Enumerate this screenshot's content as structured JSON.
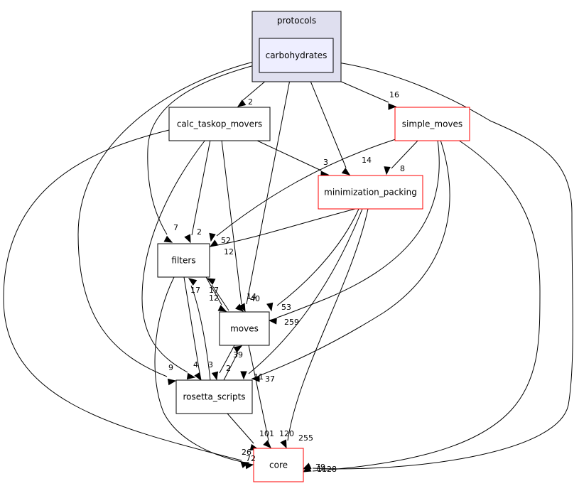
{
  "colors": {
    "cluster_fill": "#dfdfef",
    "cluster_stroke": "#000000",
    "focus_fill": "#eeeeff",
    "node_fill": "#ffffff",
    "external_stroke": "#ff0000",
    "plain_stroke": "#000000"
  },
  "cluster": {
    "label": "protocols"
  },
  "nodes": {
    "carbohydrates": {
      "label": "carbohydrates",
      "style": "focus"
    },
    "calc_taskop_movers": {
      "label": "calc_taskop_movers",
      "style": "plain"
    },
    "simple_moves": {
      "label": "simple_moves",
      "style": "external"
    },
    "minimization_packing": {
      "label": "minimization_packing",
      "style": "external"
    },
    "filters": {
      "label": "filters",
      "style": "plain"
    },
    "moves": {
      "label": "moves",
      "style": "plain"
    },
    "rosetta_scripts": {
      "label": "rosetta_scripts",
      "style": "plain"
    },
    "core": {
      "label": "core",
      "style": "external"
    }
  },
  "edges": [
    {
      "id": "carb-calc",
      "from": "carbohydrates",
      "to": "calc_taskop_movers",
      "label": "2"
    },
    {
      "id": "carb-simple",
      "from": "carbohydrates",
      "to": "simple_moves",
      "label": "16"
    },
    {
      "id": "carb-min",
      "from": "carbohydrates",
      "to": "minimization_packing",
      "label": "14"
    },
    {
      "id": "carb-filters",
      "from": "carbohydrates",
      "to": "filters",
      "label": "7"
    },
    {
      "id": "carb-moves",
      "from": "carbohydrates",
      "to": "moves",
      "label": "14"
    },
    {
      "id": "carb-rosetta",
      "from": "carbohydrates",
      "to": "rosetta_scripts",
      "label": "9"
    },
    {
      "id": "carb-core",
      "from": "carbohydrates",
      "to": "core",
      "label": "79"
    },
    {
      "id": "calc-min",
      "from": "calc_taskop_movers",
      "to": "minimization_packing",
      "label": "3"
    },
    {
      "id": "calc-filters",
      "from": "calc_taskop_movers",
      "to": "filters",
      "label": "2"
    },
    {
      "id": "calc-moves",
      "from": "calc_taskop_movers",
      "to": "moves",
      "label": "40"
    },
    {
      "id": "calc-rosetta",
      "from": "calc_taskop_movers",
      "to": "rosetta_scripts",
      "label": "4"
    },
    {
      "id": "calc-core",
      "from": "calc_taskop_movers",
      "to": "core",
      "label": "26"
    },
    {
      "id": "simple-min",
      "from": "simple_moves",
      "to": "minimization_packing",
      "label": "8"
    },
    {
      "id": "simple-filters",
      "from": "simple_moves",
      "to": "filters",
      "label": "52"
    },
    {
      "id": "simple-moves",
      "from": "simple_moves",
      "to": "moves",
      "label": "259"
    },
    {
      "id": "simple-rosetta",
      "from": "simple_moves",
      "to": "rosetta_scripts",
      "label": "11"
    },
    {
      "id": "simple-core",
      "from": "simple_moves",
      "to": "core",
      "label": "1128"
    },
    {
      "id": "min-filters",
      "from": "minimization_packing",
      "to": "filters",
      "label": "12"
    },
    {
      "id": "min-moves",
      "from": "minimization_packing",
      "to": "moves",
      "label": "53"
    },
    {
      "id": "min-rosetta",
      "from": "minimization_packing",
      "to": "rosetta_scripts",
      "label": "37"
    },
    {
      "id": "min-core",
      "from": "minimization_packing",
      "to": "core",
      "label": "255"
    },
    {
      "id": "filters-moves",
      "from": "filters",
      "to": "moves",
      "label": "12"
    },
    {
      "id": "filters-rosetta",
      "from": "filters",
      "to": "rosetta_scripts",
      "label": "3"
    },
    {
      "id": "filters-core",
      "from": "filters",
      "to": "core",
      "label": "72"
    },
    {
      "id": "moves-filters",
      "from": "moves",
      "to": "filters",
      "label": "17"
    },
    {
      "id": "moves-rosetta",
      "from": "moves",
      "to": "rosetta_scripts",
      "label": "2"
    },
    {
      "id": "moves-core",
      "from": "moves",
      "to": "core",
      "label": "120"
    },
    {
      "id": "rosetta-filters",
      "from": "rosetta_scripts",
      "to": "filters",
      "label": "17"
    },
    {
      "id": "rosetta-moves",
      "from": "rosetta_scripts",
      "to": "moves",
      "label": "39"
    },
    {
      "id": "rosetta-core",
      "from": "rosetta_scripts",
      "to": "core",
      "label": "101"
    }
  ]
}
